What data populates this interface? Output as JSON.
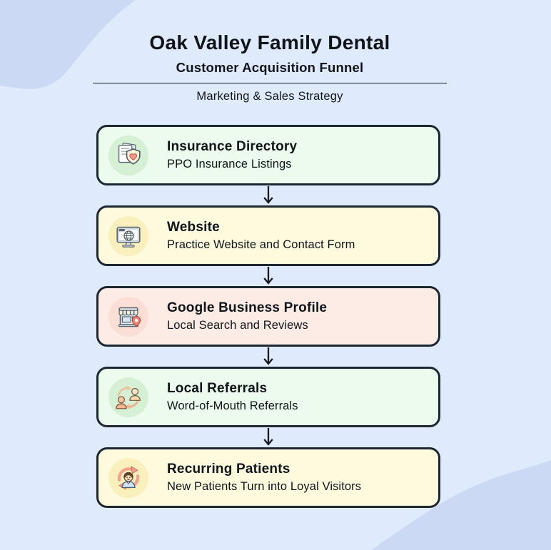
{
  "header": {
    "title": "Oak Valley Family Dental",
    "subtitle": "Customer Acquisition Funnel",
    "tagline": "Marketing & Sales Strategy"
  },
  "funnel": {
    "steps": [
      {
        "title": "Insurance Directory",
        "description": "PPO Insurance Listings",
        "icon": "insurance-shield-documents-icon",
        "icon_key": "insurance",
        "card_bg": "#edfbee",
        "icon_bg": "#d6f0d5"
      },
      {
        "title": "Website",
        "description": "Practice Website and Contact Form",
        "icon": "website-monitor-globe-icon",
        "icon_key": "website",
        "card_bg": "#fdfade",
        "icon_bg": "#faf0bd"
      },
      {
        "title": "Google Business Profile",
        "description": "Local Search and Reviews",
        "icon": "storefront-location-pin-icon",
        "icon_key": "storefront",
        "card_bg": "#fdebe6",
        "icon_bg": "#fbded5"
      },
      {
        "title": "Local Referrals",
        "description": "Word-of-Mouth Referrals",
        "icon": "people-referral-cycle-icon",
        "icon_key": "referrals",
        "card_bg": "#edfbee",
        "icon_bg": "#d6f0d5"
      },
      {
        "title": "Recurring Patients",
        "description": "New Patients Turn into Loyal Visitors",
        "icon": "patient-retention-loop-icon",
        "icon_key": "recurring",
        "card_bg": "#fdfade",
        "icon_bg": "#faf0bd"
      }
    ]
  },
  "colors": {
    "background": "#dfeafc",
    "background_blob": "#ccd9f5",
    "card_border": "#1d2731",
    "text": "#0f1418",
    "arrow": "#15191e"
  }
}
